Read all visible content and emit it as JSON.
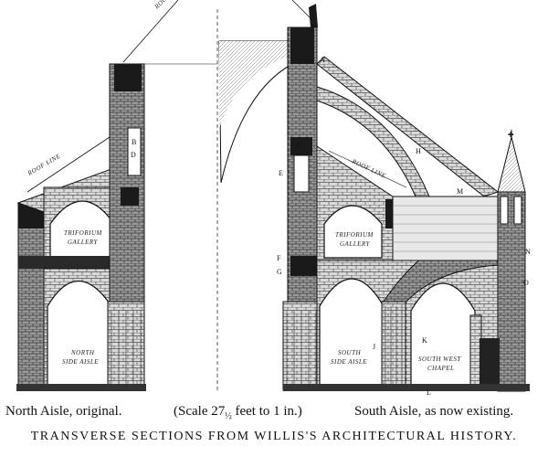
{
  "caption": {
    "left": "North Aisle, original.",
    "middle_prefix": "(Scale 27",
    "middle_fraction": "½",
    "middle_suffix": " feet to 1 in.)",
    "right": "South Aisle, as now existing.",
    "title": "TRANSVERSE SECTIONS FROM WILLIS'S ARCHITECTURAL HISTORY."
  },
  "labels": {
    "roof_line_top_left": "ROOF LINE",
    "roof_line_left": "ROOF LINE",
    "roof_line_right": "ROOF LINE",
    "triforium_left_1": "TRIFORIUM",
    "triforium_left_2": "GALLERY",
    "triforium_right_1": "TRIFORIUM",
    "triforium_right_2": "GALLERY",
    "north_1": "NORTH",
    "north_2": "SIDE AISLE",
    "south_1": "SOUTH",
    "south_2": "SIDE AISLE",
    "southwest_1": "SOUTH WEST",
    "southwest_2": "CHAPEL"
  },
  "letters": {
    "A": "A",
    "B": "B",
    "C": "C",
    "D": "D",
    "E": "E",
    "F": "F",
    "G": "G",
    "H": "H",
    "J": "J",
    "K": "K",
    "L": "L",
    "M": "M",
    "N": "N",
    "O": "O"
  },
  "colors": {
    "ink": "#1a1a1a",
    "stone": "#8a8a8a",
    "background": "#ffffff"
  }
}
